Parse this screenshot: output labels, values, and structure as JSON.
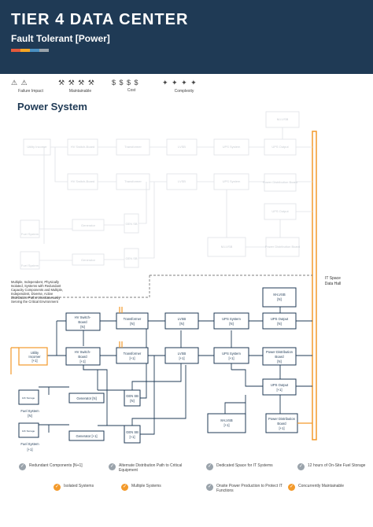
{
  "header": {
    "title": "TIER 4 DATA CENTER",
    "subtitle": "Fault Tolerant [Power]"
  },
  "colors": {
    "navy": "#1f3a55",
    "orange": "#f39a2b",
    "grey_block": "#9aa3ab",
    "stripe": [
      "#e45a3b",
      "#f5a623",
      "#4a90c2",
      "#9aa3ab"
    ]
  },
  "legend": {
    "failure_impact": {
      "label": "Failure Impact",
      "icons": "⚠ ⚠"
    },
    "maintainable": {
      "label": "Maintainable",
      "icons": "⚒ ⚒ ⚒ ⚒"
    },
    "cost": {
      "label": "Cost",
      "icons": "$ $ $ $"
    },
    "complexity": {
      "label": "Complexity",
      "icons": "✦ ✦ ✦ ✦"
    }
  },
  "section": {
    "title": "Power System"
  },
  "diagram": {
    "faded_top": {
      "m_lvsb": "M-LVSB",
      "utility": "Utility Incomer",
      "hv": "HV Switch-Board",
      "transformer1": "Transformer",
      "lvsb1": "LVSB",
      "ups1": "UPS System",
      "ups_output1": "UPS Output",
      "hv2": "HV Switch-Board",
      "transformer2": "Transformer",
      "lvsb2": "LVSB",
      "ups2": "UPS System",
      "pdb1": "Power Distribution Board",
      "ups_output2": "UPS Output",
      "fuel1": "Fuel System",
      "fuel2": "Fuel System",
      "gen1": "Generator",
      "gen2": "Generator",
      "gen_sb1": "GEN SB",
      "gen_sb2": "GEN SB",
      "m_lvsb2": "M-LVSB",
      "pdb2": "Power Distribution Board"
    },
    "annotation": "Multiple, Independent, Physically Isolated, Systems with Redundant Capacity Components and Multiple, Independent, Diverse, Active Distribution Paths Simultaneously Serving the Critical Environment",
    "it_space": {
      "l1": "IT Space",
      "l2": "Data Hall"
    },
    "active": {
      "m_lvsb": {
        "l1": "M-LVSB",
        "l2": "[N]"
      },
      "hv_n": {
        "l1": "HV Switch-",
        "l2": "Board",
        "l3": "[N]"
      },
      "transformer_n": {
        "l1": "Transformer",
        "l2": "[N]"
      },
      "lvsb_n": {
        "l1": "LVSB",
        "l2": "[N]"
      },
      "ups_n": {
        "l1": "UPS System",
        "l2": "[N]"
      },
      "ups_output_n": {
        "l1": "UPS Output",
        "l2": "[N]"
      },
      "utility": {
        "l1": "Utility",
        "l2": "Incomer",
        "l3": "[+1]"
      },
      "hv_1": {
        "l1": "HV Switch-",
        "l2": "Board",
        "l3": "[+1]"
      },
      "transformer_1": {
        "l1": "Transformer",
        "l2": "[+1]"
      },
      "lvsb_1": {
        "l1": "LVSB",
        "l2": "[+1]"
      },
      "ups_1": {
        "l1": "UPS System",
        "l2": "[+1]"
      },
      "pdb_n": {
        "l1": "Power Distribution",
        "l2": "Board",
        "l3": "[N]"
      },
      "ups_output_1": {
        "l1": "UPS Output",
        "l2": "[+1]"
      },
      "fuel_n": {
        "l1": "Fuel System",
        "l2": "[N]"
      },
      "fuel_1": {
        "l1": "Fuel System",
        "l2": "[+1]"
      },
      "gen_n": "Generator [N]",
      "gen_1": "Generator [+1]",
      "gen_sb_n": {
        "l1": "GEN SB",
        "l2": "[N]"
      },
      "gen_sb_1": {
        "l1": "GEN SB",
        "l2": "[+1]"
      },
      "m_lvsb_1": {
        "l1": "M-LVSB",
        "l2": "[+1]"
      },
      "pdb_1": {
        "l1": "Power Distribution",
        "l2": "Board",
        "l3": "[+1]"
      },
      "tank": "12h Storage"
    }
  },
  "footer": {
    "items": [
      {
        "text": "Redundant Components [N+1]",
        "color": "#9aa3ab"
      },
      {
        "text": "Alternate Distribution Path to Critical Equipment",
        "color": "#9aa3ab"
      },
      {
        "text": "Dedicated Space for IT Systems",
        "color": "#9aa3ab"
      },
      {
        "text": "12 hours of On-Site Fuel Storage",
        "color": "#9aa3ab"
      },
      {
        "text": "Isolated Systems",
        "color": "#f39a2b"
      },
      {
        "text": "Multiple Systems",
        "color": "#f39a2b"
      },
      {
        "text": "Onsite Power Production to Protect IT Functions",
        "color": "#9aa3ab"
      },
      {
        "text": "Concurrently Maintainable",
        "color": "#f39a2b"
      }
    ]
  }
}
